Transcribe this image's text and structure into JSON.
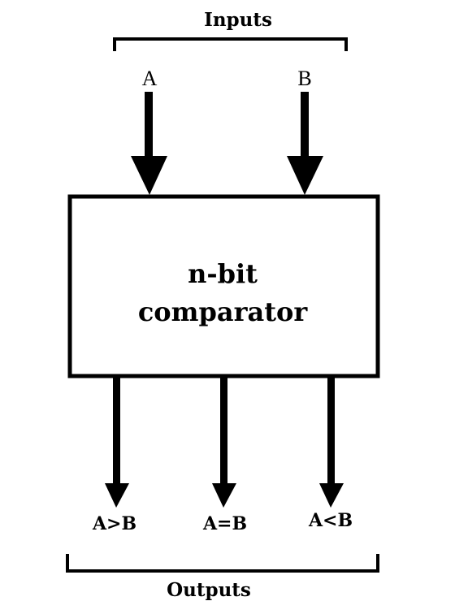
{
  "diagram": {
    "inputs_label": "Inputs",
    "outputs_label": "Outputs",
    "block_label_line1": "n-bit",
    "block_label_line2": "comparator",
    "inputs": [
      {
        "label": "A"
      },
      {
        "label": "B"
      }
    ],
    "outputs": [
      {
        "label": "A>B"
      },
      {
        "label": "A=B"
      },
      {
        "label": "A<B"
      }
    ]
  }
}
